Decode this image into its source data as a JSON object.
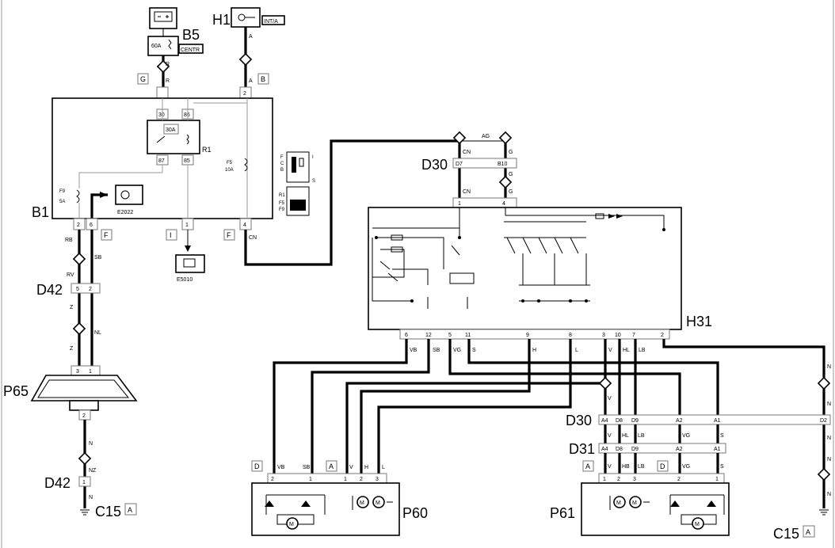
{
  "components": {
    "H1": {
      "label": "H1",
      "tag": "INT/A",
      "wire": "A",
      "connector": "B",
      "pin": "2"
    },
    "B5": {
      "label": "B5",
      "fuse": "60A",
      "tag": "CENTR",
      "wire": "R",
      "connector": "G"
    },
    "B1": {
      "label": "B1",
      "relay_label": "R1",
      "relay_rating": "30A",
      "pins_top": [
        "30",
        "86"
      ],
      "pins_relay": [
        "87",
        "85"
      ],
      "fuse_f9": "F9",
      "fuse_f9_rating": "5A",
      "fuse_f5": "F5",
      "fuse_f5_rating": "10A",
      "pins_bottom": [
        "2",
        "6",
        "1",
        "4"
      ],
      "wire_colors": [
        "RB",
        "SB",
        "CN"
      ],
      "connectors": [
        "F",
        "I",
        "F"
      ],
      "inset_labels": [
        "F",
        "C",
        "B",
        "I",
        "S",
        "R1",
        "F5",
        "F9"
      ]
    },
    "E2022": {
      "label": "E2022"
    },
    "E5010": {
      "label": "E5010"
    },
    "D42_upper": {
      "label": "D42",
      "pins": [
        "5",
        "2"
      ],
      "wires_above": [
        "RV"
      ],
      "wires_below": [
        "Z",
        "NL"
      ],
      "wire_z2": "Z"
    },
    "P65": {
      "label": "P65",
      "pins": [
        "3",
        "1"
      ],
      "pin_bottom": "2"
    },
    "D42_lower": {
      "label": "D42",
      "pin": "1",
      "wires": [
        "N",
        "NZ",
        "N"
      ]
    },
    "C15_left": {
      "label": "C15",
      "tag": "A"
    },
    "D30_top": {
      "label": "D30",
      "pins": [
        "D7",
        "B10"
      ],
      "wire_left": "CN",
      "wire_right": "G",
      "wire_top": "AG"
    },
    "H31": {
      "label": "H31",
      "pins_top": [
        "1",
        "4"
      ],
      "pins_bottom": [
        "6",
        "12",
        "5",
        "11",
        "9",
        "8",
        "3",
        "10",
        "7",
        "2"
      ],
      "wires_bottom": [
        "VB",
        "SB",
        "VG",
        "S",
        "H",
        "L",
        "V",
        "HL",
        "LB",
        "N"
      ]
    },
    "D30_bottom": {
      "label": "D30",
      "pins": [
        "A4",
        "D8",
        "D9",
        "A2",
        "A1",
        "D2"
      ],
      "wires_below": [
        "V",
        "HL",
        "LB",
        "VG",
        "S",
        "N"
      ]
    },
    "D31": {
      "label": "D31",
      "pins": [
        "A4",
        "D8",
        "D9",
        "A2",
        "A1"
      ],
      "wires_below": [
        "V",
        "HB",
        "LB",
        "VG",
        "S"
      ]
    },
    "P60": {
      "label": "P60",
      "connectors": [
        "D",
        "A"
      ],
      "pins": [
        "2",
        "1",
        "1",
        "2",
        "3"
      ],
      "wires": [
        "VB",
        "SB",
        "V",
        "H",
        "L"
      ],
      "motor": "M"
    },
    "P61": {
      "label": "P61",
      "connectors": [
        "A",
        "D"
      ],
      "pins": [
        "1",
        "2",
        "3",
        "2",
        "1"
      ],
      "motor": "M"
    },
    "C15_right": {
      "label": "C15",
      "tag": "A"
    }
  },
  "icons": [
    "battery-icon",
    "key-icon",
    "fuse-icon",
    "relay-coil-icon",
    "lamp-icon",
    "motor-icon",
    "ground-icon",
    "diode-icon",
    "switch-icon"
  ],
  "colors": {
    "wire": "#000000",
    "trace": "#000000",
    "frame": "#999999"
  }
}
